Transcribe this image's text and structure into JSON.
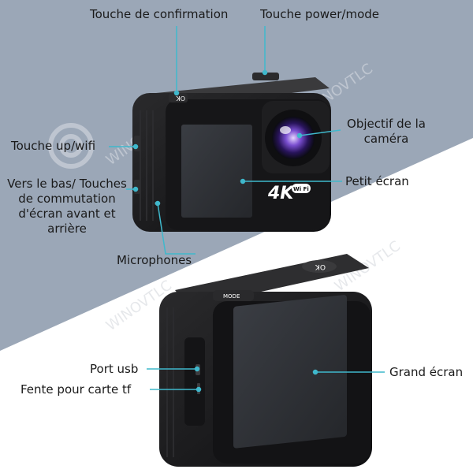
{
  "labels": {
    "confirm_key": "Touche de confirmation",
    "power_mode_key": "Touche power/mode",
    "lens": "Objectif de la caméra",
    "up_wifi": "Touche up/wifi",
    "down_switch": "Vers le bas/ Touches de commutation d'écran avant et arrière",
    "small_screen": "Petit écran",
    "microphones": "Microphones",
    "usb_port": "Port usb",
    "tf_slot": "Fente pour carte tf",
    "large_screen": "Grand écran"
  },
  "device_marks": {
    "ok_top": "OK",
    "ok_back": "OK",
    "mode": "MODE",
    "resolution": "4K",
    "wifi": "Wi Fi"
  },
  "watermark": "WINOVTLC",
  "colors": {
    "background_top": "#9ba7b7",
    "background_bottom": "#ffffff",
    "callout_line": "#3fb8cc",
    "camera_body": "#1c1c1e",
    "screen": "#2f3237"
  }
}
